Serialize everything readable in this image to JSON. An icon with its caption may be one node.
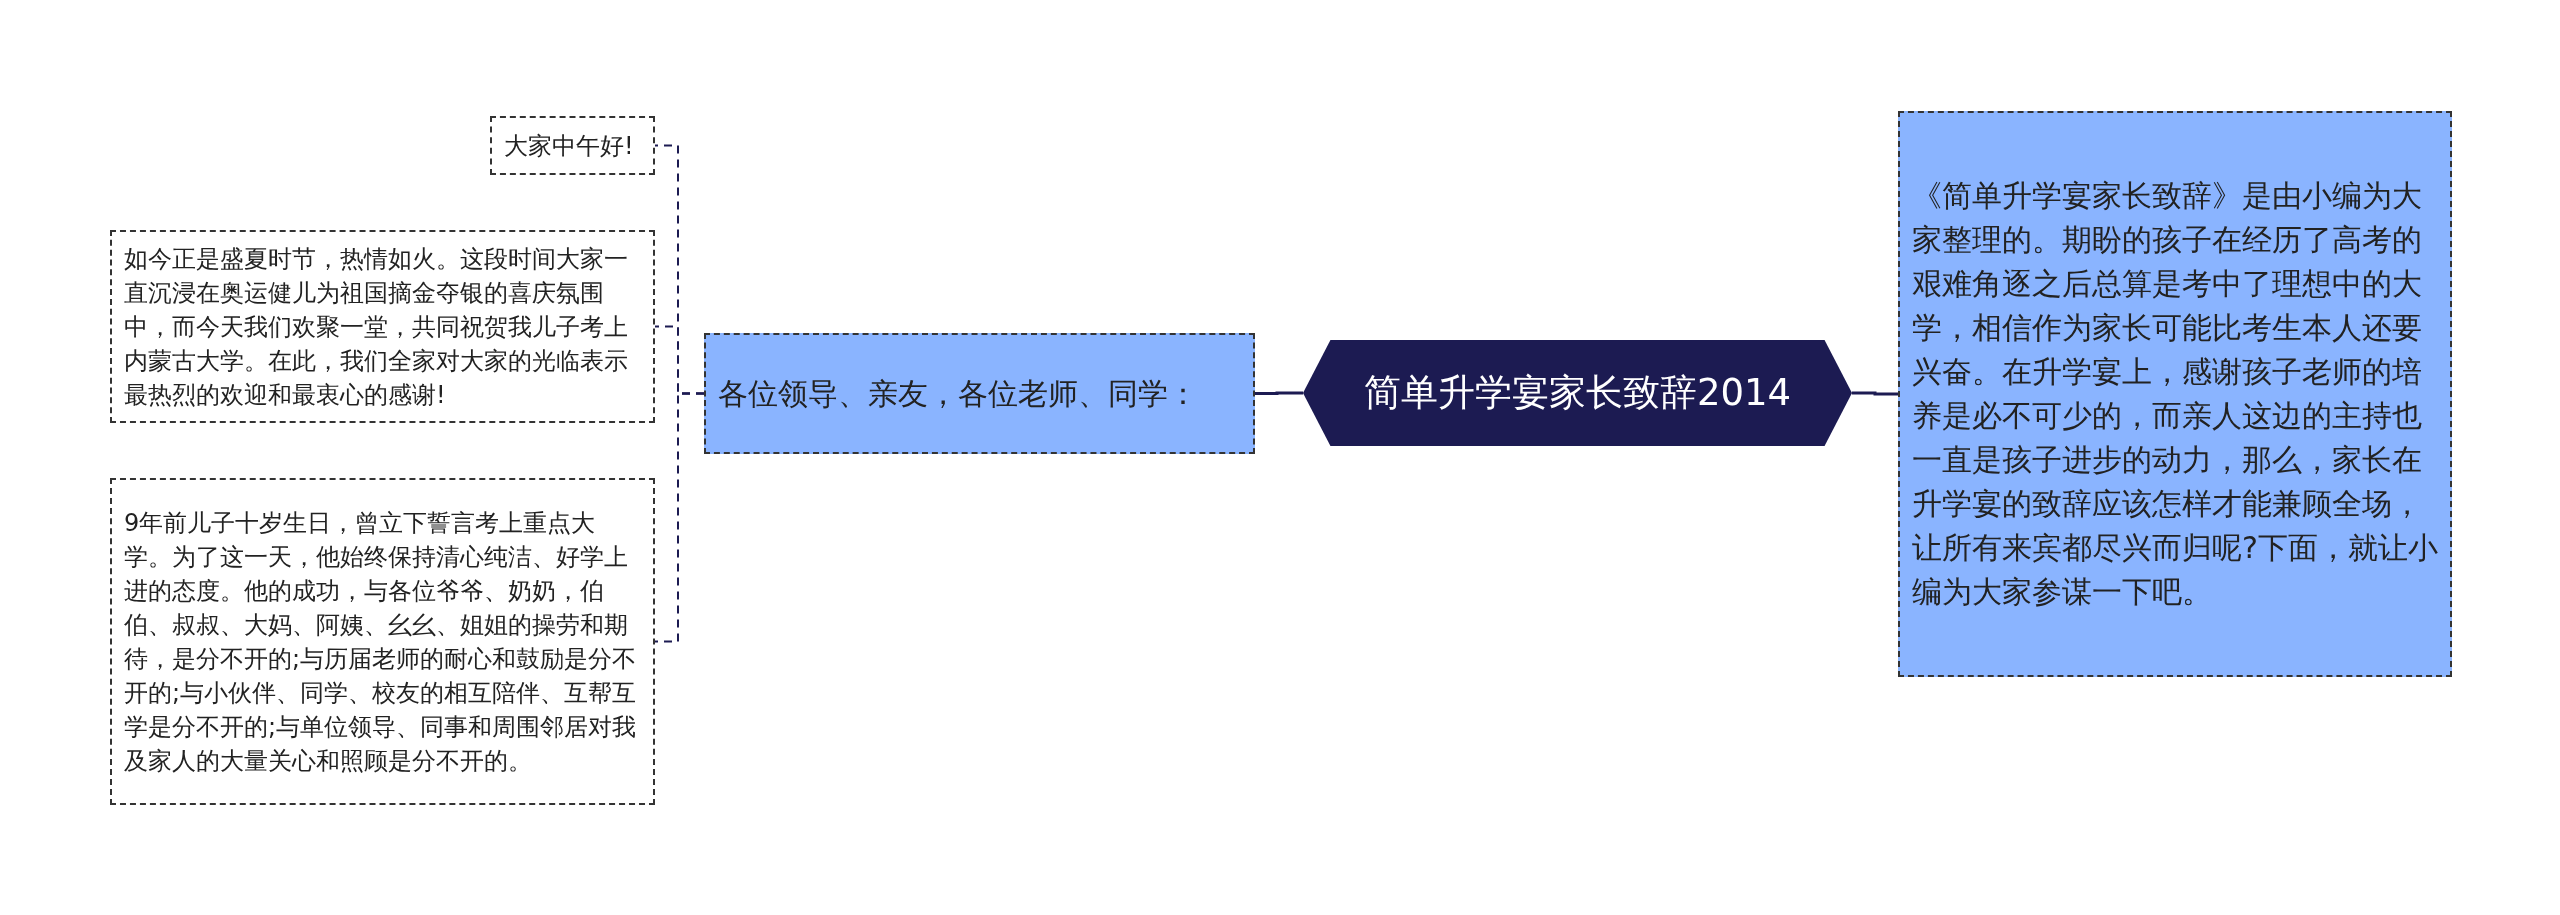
{
  "diagram": {
    "nodes": [
      {
        "text": [
          "简单升学宴家长致辞2014"
        ]
      },
      {
        "text": [
          "各位领导、亲友，各位老师、同学："
        ]
      },
      {
        "text": [
          "大家中午好!"
        ]
      },
      {
        "text": [
          "如今正是盛夏时节，热情如火。这段时间大家一直沉浸在奥运健儿为祖国摘金夺银的喜庆氛围中，而今天我们欢聚一堂，共同祝贺我儿子考上内蒙古大学。在此，我们全家对大家的光临表示最热烈的欢迎和最衷心的感谢!"
        ]
      },
      {
        "text": [
          "9年前儿子十岁生日，曾立下誓言考上重点大学。为了这一天，他始终保持清心纯洁、好学上进的态度。他的成功，与各位爷爷、奶奶，伯伯、叔叔、大妈、阿姨、幺幺、姐姐的操劳和期待，是分不开的;与历届老师的耐心和鼓励是分不开的;与小伙伴、同学、校友的相互陪伴、互帮互学是分不开的;与单位领导、同事和周围邻居对我及家人的大量关心和照顾是分不开的。"
        ]
      },
      {
        "text": [
          "《简单升学宴家长致辞》是由小编为大家整理的。期盼的孩子在经历了高考的艰难角逐之后总算是考中了理想中的大学，相信作为家长可能比考生本人还要兴奋。在升学宴上，感谢孩子老师的培养是必不可少的，而亲人这边的主持也一直是孩子进步的动力，那么，家长在升学宴的致辞应该怎样才能兼顾全场，让所有来宾都尽兴而归呢?下面，就让小编为大家参谋一下吧。"
        ]
      }
    ],
    "edges": [
      {
        "from": 0,
        "to": 1,
        "arrow": "none"
      },
      {
        "from": 0,
        "to": 5,
        "arrow": "none"
      },
      {
        "from": 1,
        "to": 2,
        "arrow": "none",
        "style": "dashed"
      },
      {
        "from": 1,
        "to": 3,
        "arrow": "none",
        "style": "dashed"
      },
      {
        "from": 1,
        "to": 4,
        "arrow": "none",
        "style": "dashed"
      }
    ]
  }
}
